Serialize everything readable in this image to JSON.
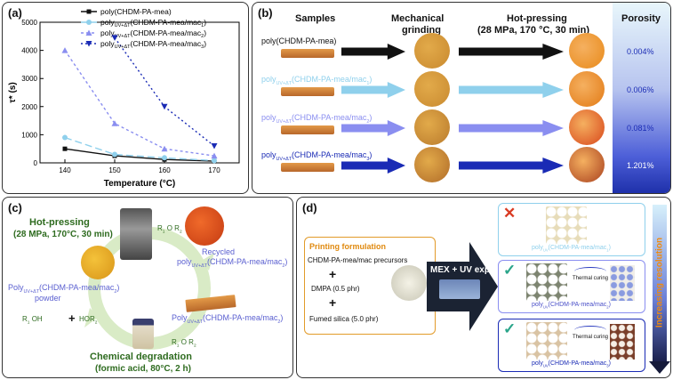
{
  "panel_a": {
    "label": "(a)",
    "ylabel": "τ* (s)",
    "xlabel": "Temperature (°C)",
    "legend": [
      {
        "main": "poly(CHDM-PA-mea)",
        "sub": "",
        "tail": "",
        "color": "#111111",
        "marker": "square",
        "dash": ""
      },
      {
        "main": "poly",
        "sub": "UV+ΔT",
        "tail": "(CHDM-PA-mea/mac",
        "idx": "1",
        "color": "#8fd0ec",
        "marker": "circle",
        "dash": "8,4"
      },
      {
        "main": "poly",
        "sub": "UV+ΔT",
        "tail": "(CHDM-PA-mea/mac",
        "idx": "2",
        "color": "#8a8ef0",
        "marker": "triup",
        "dash": "3,3"
      },
      {
        "main": "poly",
        "sub": "UV+ΔT",
        "tail": "(CHDM-PA-mea/mac",
        "idx": "3",
        "color": "#1a2bb5",
        "marker": "tridown",
        "dash": "2,3"
      }
    ]
  },
  "chart_data": {
    "type": "line",
    "x": [
      140,
      150,
      160,
      170
    ],
    "xlim": [
      135,
      175
    ],
    "ylim": [
      0,
      5000
    ],
    "yticks": [
      0,
      1000,
      2000,
      3000,
      4000,
      5000
    ],
    "xlabel": "Temperature (°C)",
    "ylabel": "τ* (s)",
    "series": [
      {
        "name": "poly(CHDM-PA-mea)",
        "values": [
          500,
          250,
          120,
          60
        ]
      },
      {
        "name": "polyUV+ΔT(CHDM-PA-mea/mac1)",
        "values": [
          900,
          300,
          180,
          80
        ]
      },
      {
        "name": "polyUV+ΔT(CHDM-PA-mea/mac2)",
        "values": [
          4000,
          1400,
          500,
          250
        ]
      },
      {
        "name": "polyUV+ΔT(CHDM-PA-mea/mac3)",
        "values": [
          null,
          4450,
          2000,
          600
        ]
      }
    ]
  },
  "panel_b": {
    "label": "(b)",
    "col_samples": "Samples",
    "col_grinding_1": "Mechanical",
    "col_grinding_2": "grinding",
    "col_hot_1": "Hot-pressing",
    "col_hot_2": "(28 MPa, 170 °C, 30 min)",
    "col_porosity": "Porosity",
    "rows": [
      {
        "name_main": "poly(CHDM-PA-mea)",
        "name_sub": "",
        "name_tail": "",
        "idx": "",
        "porosity": "0.004%",
        "color": "#111111",
        "disc": "#c9892e",
        "out": "#e88a1a"
      },
      {
        "name_main": "poly",
        "name_sub": "UV+ΔT",
        "name_tail": "(CHDM-PA-mea/mac",
        "idx": "1",
        "porosity": "0.006%",
        "color": "#8fd0ec",
        "disc": "#c98a30",
        "out": "#e27a15"
      },
      {
        "name_main": "poly",
        "name_sub": "UV+ΔT",
        "name_tail": "(CHDM-PA-mea/mac",
        "idx": "2",
        "porosity": "0.081%",
        "color": "#8a8ef0",
        "disc": "#b97a2c",
        "out": "#d8461a"
      },
      {
        "name_main": "poly",
        "name_sub": "UV+ΔT",
        "name_tail": "(CHDM-PA-mea/mac",
        "idx": "3",
        "porosity": "1.201%",
        "color": "#1a2bb5",
        "disc": "#b06b28",
        "out": "#a8401e"
      }
    ]
  },
  "panel_c": {
    "label": "(c)",
    "hot_1": "Hot-pressing",
    "hot_2": "(28 MPa, 170°C, 30 min)",
    "recycled_1": "Recycled",
    "recycled_main": "poly",
    "recycled_sub": "UV+ΔT",
    "recycled_tail": "(CHDM-PA-mea/mac",
    "recycled_idx": "2",
    "recycled_end": ")",
    "powder_main": "Poly",
    "powder_sub": "UV+ΔT",
    "powder_tail": "(CHDM-PA-mea/mac",
    "powder_idx": "2",
    "powder_end": ")",
    "powder_word": "powder",
    "film_main": "Poly",
    "film_sub": "UV+ΔT",
    "film_tail": "(CHDM-PA-mea/mac",
    "film_idx": "2",
    "film_end": ")",
    "deg_1": "Chemical degradation",
    "deg_2": "(formic acid, 80°C, 2 h)",
    "r1": "R",
    "r1_idx": "1",
    "r2": "R",
    "r2_idx": "2",
    "ho": "HO",
    "oh": "OH",
    "o": "O",
    "plus": "+"
  },
  "panel_d": {
    "label": "(d)",
    "form_title": "Printing formulation",
    "form_1": "CHDM-PA-mea/mac precursors",
    "form_2": "DMPA (0.5 phr)",
    "form_3": "Fumed silica (5.0 phr)",
    "plus": "+",
    "arrow_label": "MEX + UV exposure",
    "thermal": "Thermal curing",
    "res_label": "Increasing resolution",
    "boxes": [
      {
        "mark": "✕",
        "main": "poly",
        "sub": "UV",
        "tail": "(CHDM-PA-mea/mac",
        "idx": "1",
        "end": ")",
        "border": "#8fd0ec",
        "text": "#8fd0ec"
      },
      {
        "mark": "✓",
        "main": "poly",
        "sub": "UV",
        "tail": "(CHDM-PA-mea/mac",
        "idx": "2",
        "end": ")",
        "border": "#8a8ef0",
        "text": "#4a4fc8"
      },
      {
        "mark": "✓",
        "main": "poly",
        "sub": "UV",
        "tail": "(CHDM-PA-mea/mac",
        "idx": "3",
        "end": ")",
        "border": "#1a2bb5",
        "text": "#1a2bb5"
      }
    ]
  }
}
